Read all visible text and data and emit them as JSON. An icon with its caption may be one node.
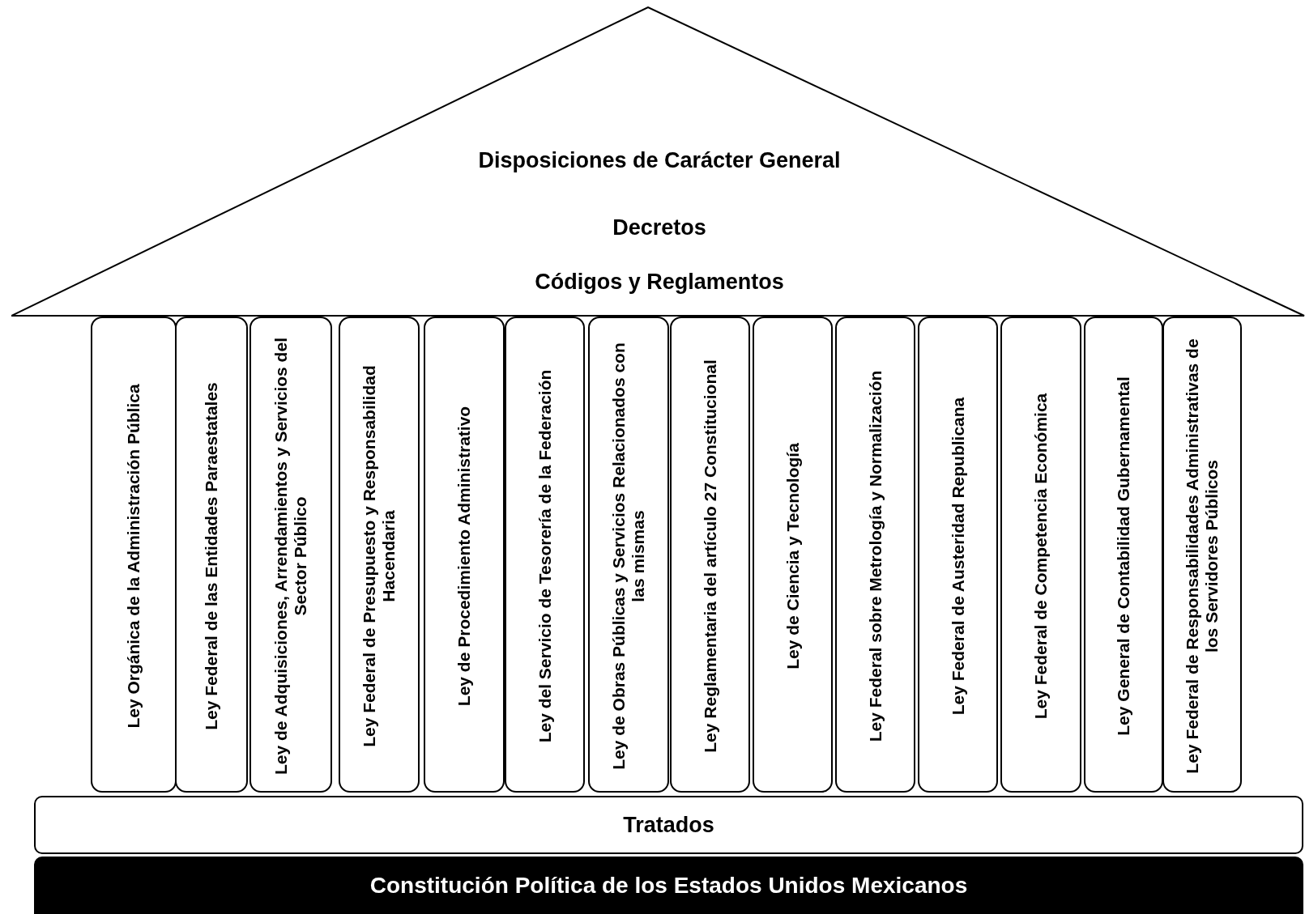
{
  "diagram": {
    "nodes": [
      {
        "text": [
          "Disposiciones de Carácter General",
          "Decretos",
          "Códigos y Reglamentos"
        ]
      },
      {
        "text": [
          "Ley Orgánica de la Administración Pública"
        ]
      },
      {
        "text": [
          "Ley Federal de las Entidades Paraestatales"
        ]
      },
      {
        "text": [
          "Ley de Adquisiciones, Arrendamientos y Servicios del Sector Público"
        ]
      },
      {
        "text": [
          "Ley Federal de Presupuesto y Responsabilidad Hacendaria"
        ]
      },
      {
        "text": [
          "Ley de Procedimiento Administrativo"
        ]
      },
      {
        "text": [
          "Ley del Servicio de Tesorería de la Federación"
        ]
      },
      {
        "text": [
          "Ley de Obras Públicas y Servicios Relacionados con las mismas"
        ]
      },
      {
        "text": [
          "Ley Reglamentaria del artículo 27 Constitucional"
        ]
      },
      {
        "text": [
          "Ley de Ciencia y Tecnología"
        ]
      },
      {
        "text": [
          "Ley Federal sobre Metrología y Normalización"
        ]
      },
      {
        "text": [
          "Ley Federal de Austeridad Republicana"
        ]
      },
      {
        "text": [
          "Ley Federal de Competencia Económica"
        ]
      },
      {
        "text": [
          "Ley General de Contabilidad Gubernamental"
        ]
      },
      {
        "text": [
          "Ley Federal de Responsabilidades Administrativas de los Servidores Públicos"
        ]
      },
      {
        "text": [
          "Tratados"
        ]
      },
      {
        "text": [
          "Constitución Política de los Estados Unidos Mexicanos"
        ]
      }
    ]
  }
}
